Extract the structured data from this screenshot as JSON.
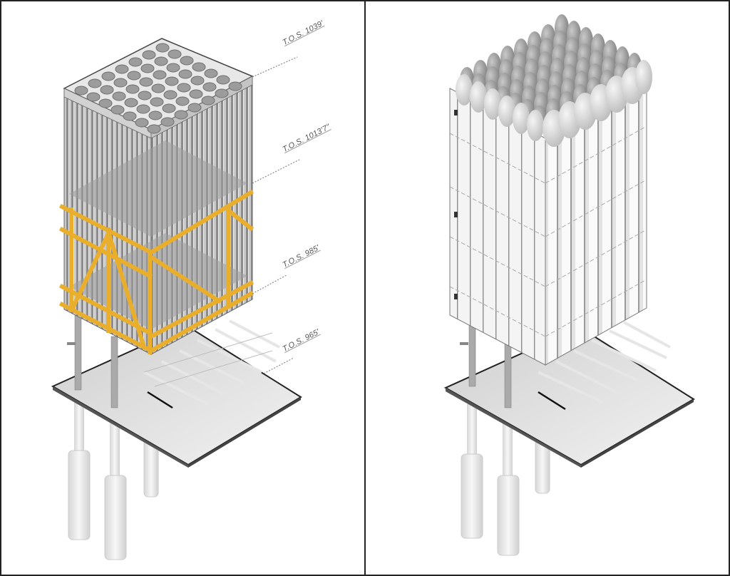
{
  "figure": {
    "panels": [
      {
        "id": "structure-view",
        "description": "Isometric tower showing steel frame, yellow bracing, bioreactor tubes on top deck and foundation piers",
        "elevation_labels": [
          {
            "text": "T.O.S. 1039'"
          },
          {
            "text": "T.O.S. 1013'7\""
          },
          {
            "text": "T.O.S. 985'"
          },
          {
            "text": "T.O.S. 965'"
          }
        ]
      },
      {
        "id": "cladding-view",
        "description": "Same tower with white ribbed cladding panels and domed roof fins"
      }
    ],
    "colors": {
      "frame_border": "#222222",
      "bracing_yellow": "#E8AE2C",
      "steel_grey": "#9A9A9A",
      "deck_grey": "#DCDCDC",
      "cladding_white": "#F4F4F4",
      "label_grey": "#555555"
    }
  }
}
